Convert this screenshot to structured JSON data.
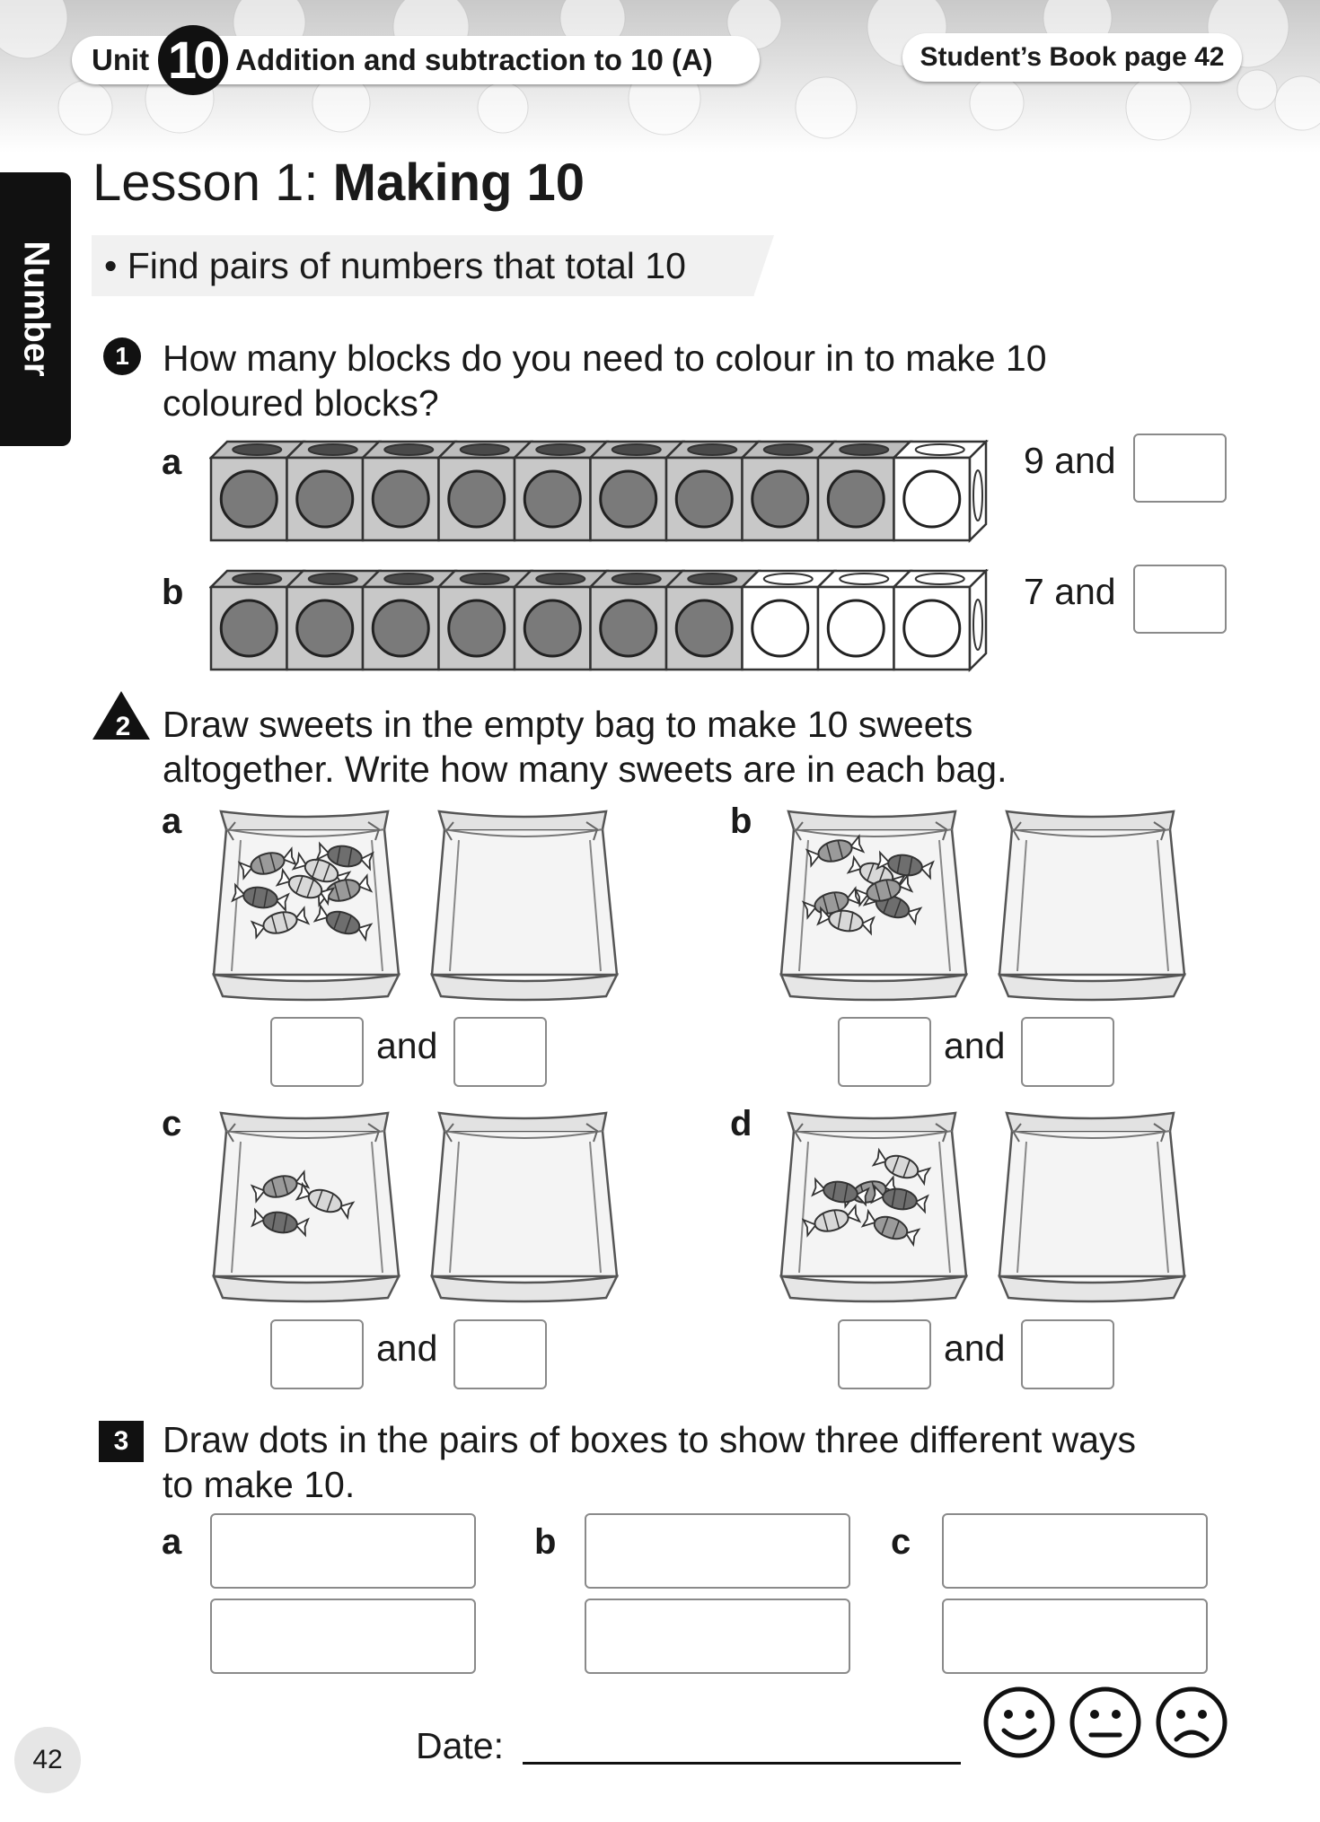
{
  "header": {
    "unit_label": "Unit",
    "unit_number": "10",
    "unit_title": "Addition and subtraction to 10 (A)",
    "book_ref": "Student’s Book page 42"
  },
  "sidebar_tab": "Number",
  "lesson": {
    "prefix": "Lesson 1: ",
    "title": "Making 10",
    "objective": "• Find pairs of numbers that total 10"
  },
  "q1": {
    "number": "1",
    "text_line1": "How many blocks do you need to colour in to make 10",
    "text_line2": "coloured blocks?",
    "rows": [
      {
        "letter": "a",
        "filled": 9,
        "total": 10,
        "label": "9 and"
      },
      {
        "letter": "b",
        "filled": 7,
        "total": 10,
        "label": "7 and"
      }
    ]
  },
  "q2": {
    "number": "2",
    "text_line1": "Draw sweets in the empty bag to make 10 sweets",
    "text_line2": "altogether. Write how many sweets are in each bag.",
    "and_word": "and",
    "items": [
      {
        "letter": "a",
        "sweets": 8
      },
      {
        "letter": "b",
        "sweets": 7
      },
      {
        "letter": "c",
        "sweets": 3
      },
      {
        "letter": "d",
        "sweets": 6
      }
    ]
  },
  "q3": {
    "number": "3",
    "text_line1": "Draw dots in the pairs of boxes to show three different ways",
    "text_line2": "to make 10.",
    "letters": [
      "a",
      "b",
      "c"
    ]
  },
  "footer": {
    "date_label": "Date:",
    "page_number": "42",
    "faces": [
      "happy-face-icon",
      "neutral-face-icon",
      "sad-face-icon"
    ]
  }
}
